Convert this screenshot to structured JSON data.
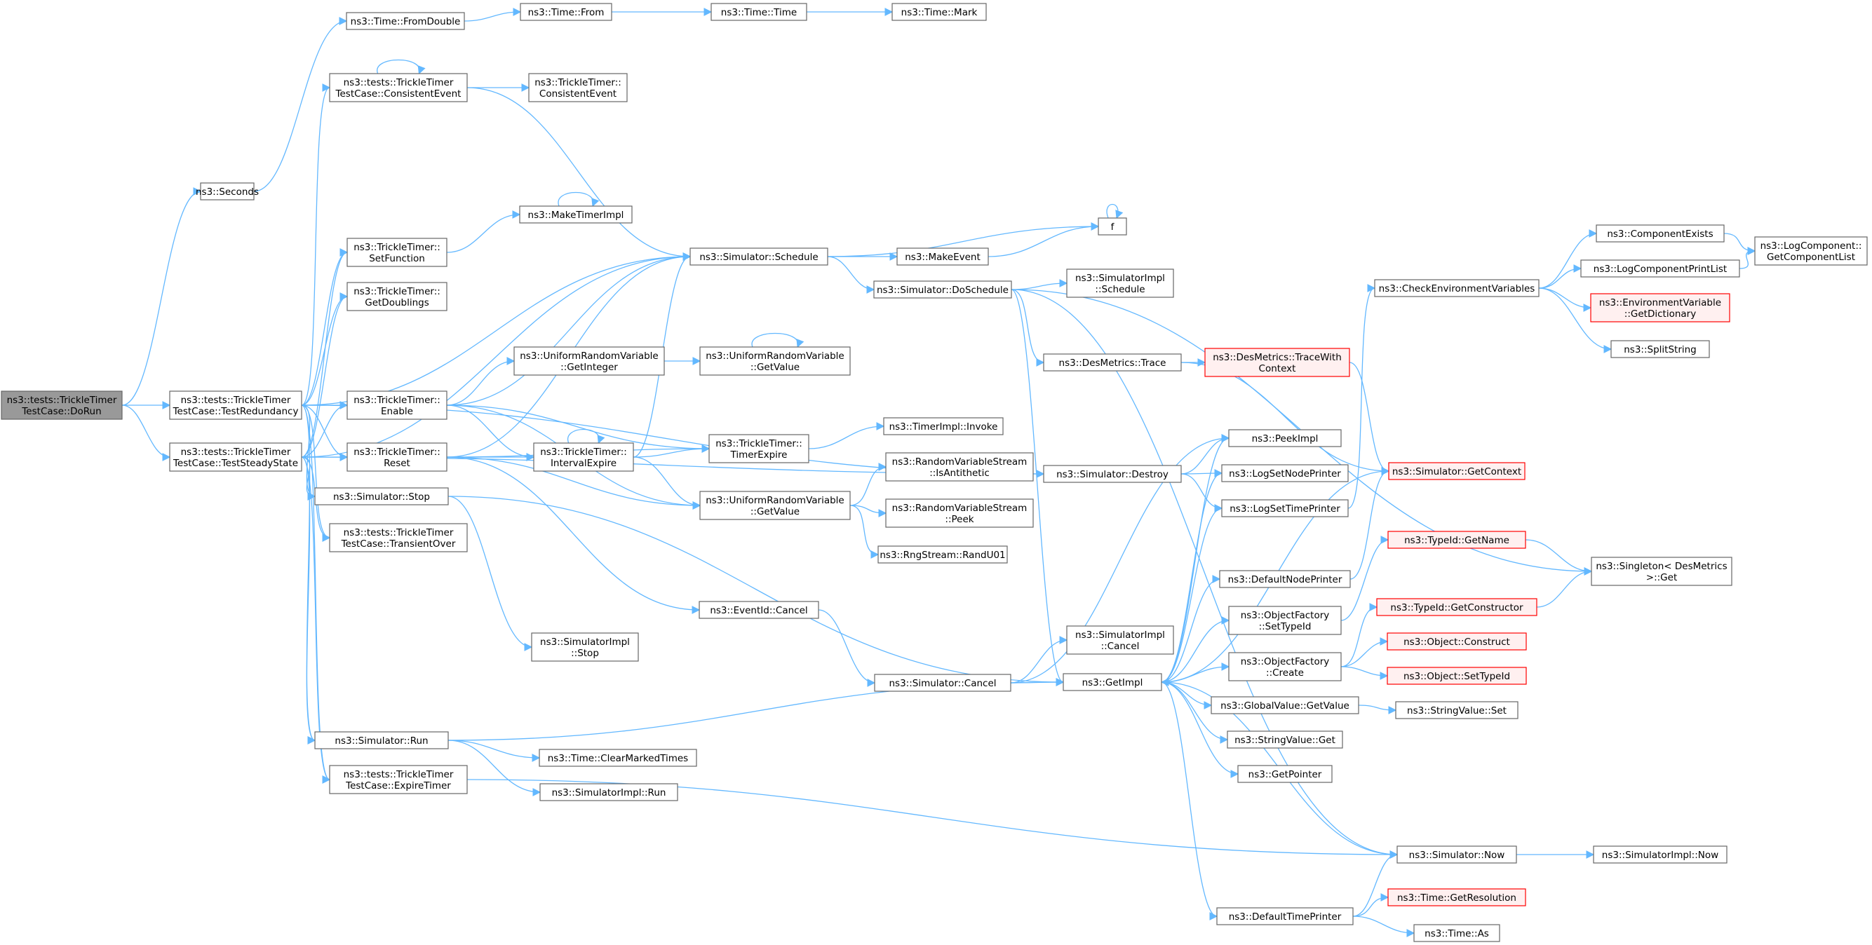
{
  "colors": {
    "edge": "#63b8ff",
    "node_border": "#666666",
    "node_fill": "#ffffff",
    "focus_fill": "#999999",
    "focus_border": "#666666",
    "truncated_border": "#ff0000",
    "truncated_fill": "#fff0f0"
  },
  "nodes": [
    {
      "id": "dorun",
      "lines": [
        "ns3::tests::TrickleTimer",
        "TestCase::DoRun"
      ],
      "style": "focus"
    },
    {
      "id": "seconds",
      "lines": [
        "ns3::Seconds"
      ]
    },
    {
      "id": "testred",
      "lines": [
        "ns3::tests::TrickleTimer",
        "TestCase::TestRedundancy"
      ]
    },
    {
      "id": "teststeady",
      "lines": [
        "ns3::tests::TrickleTimer",
        "TestCase::TestSteadyState"
      ]
    },
    {
      "id": "fromdouble",
      "lines": [
        "ns3::Time::FromDouble"
      ]
    },
    {
      "id": "consevent",
      "lines": [
        "ns3::tests::TrickleTimer",
        "TestCase::ConsistentEvent"
      ]
    },
    {
      "id": "setfunc",
      "lines": [
        "ns3::TrickleTimer::",
        "SetFunction"
      ]
    },
    {
      "id": "getdoub",
      "lines": [
        "ns3::TrickleTimer::",
        "GetDoublings"
      ]
    },
    {
      "id": "enable",
      "lines": [
        "ns3::TrickleTimer::",
        "Enable"
      ]
    },
    {
      "id": "reset",
      "lines": [
        "ns3::TrickleTimer::",
        "Reset"
      ]
    },
    {
      "id": "simstop",
      "lines": [
        "ns3::Simulator::Stop"
      ]
    },
    {
      "id": "transient",
      "lines": [
        "ns3::tests::TrickleTimer",
        "TestCase::TransientOver"
      ]
    },
    {
      "id": "simrun",
      "lines": [
        "ns3::Simulator::Run"
      ]
    },
    {
      "id": "expiretimer",
      "lines": [
        "ns3::tests::TrickleTimer",
        "TestCase::ExpireTimer"
      ]
    },
    {
      "id": "timefrom",
      "lines": [
        "ns3::Time::From"
      ]
    },
    {
      "id": "ttconsevent",
      "lines": [
        "ns3::TrickleTimer::",
        "ConsistentEvent"
      ]
    },
    {
      "id": "maketimerimpl",
      "lines": [
        "ns3::MakeTimerImpl"
      ]
    },
    {
      "id": "urvgetint",
      "lines": [
        "ns3::UniformRandomVariable",
        "::GetInteger"
      ]
    },
    {
      "id": "intexpire",
      "lines": [
        "ns3::TrickleTimer::",
        "IntervalExpire"
      ]
    },
    {
      "id": "simimplstop",
      "lines": [
        "ns3::SimulatorImpl",
        "::Stop"
      ]
    },
    {
      "id": "cleartimes",
      "lines": [
        "ns3::Time::ClearMarkedTimes"
      ]
    },
    {
      "id": "simimplrun",
      "lines": [
        "ns3::SimulatorImpl::Run"
      ]
    },
    {
      "id": "timetime",
      "lines": [
        "ns3::Time::Time"
      ]
    },
    {
      "id": "schedule",
      "lines": [
        "ns3::Simulator::Schedule"
      ]
    },
    {
      "id": "urvgetvalue1",
      "lines": [
        "ns3::UniformRandomVariable",
        "::GetValue"
      ]
    },
    {
      "id": "timerexpire",
      "lines": [
        "ns3::TrickleTimer::",
        "TimerExpire"
      ]
    },
    {
      "id": "urvgetvalue2",
      "lines": [
        "ns3::UniformRandomVariable",
        "::GetValue"
      ]
    },
    {
      "id": "eventcancel",
      "lines": [
        "ns3::EventId::Cancel"
      ]
    },
    {
      "id": "timemark",
      "lines": [
        "ns3::Time::Mark"
      ]
    },
    {
      "id": "makeevent",
      "lines": [
        "ns3::MakeEvent"
      ]
    },
    {
      "id": "doschedule",
      "lines": [
        "ns3::Simulator::DoSchedule"
      ]
    },
    {
      "id": "timerinvoke",
      "lines": [
        "ns3::TimerImpl::Invoke"
      ]
    },
    {
      "id": "isanti",
      "lines": [
        "ns3::RandomVariableStream",
        "::IsAntithetic"
      ]
    },
    {
      "id": "peek",
      "lines": [
        "ns3::RandomVariableStream",
        "::Peek"
      ]
    },
    {
      "id": "randu01",
      "lines": [
        "ns3::RngStream::RandU01"
      ]
    },
    {
      "id": "simcancel",
      "lines": [
        "ns3::Simulator::Cancel"
      ]
    },
    {
      "id": "f",
      "lines": [
        "f"
      ]
    },
    {
      "id": "simimplsched",
      "lines": [
        "ns3::SimulatorImpl",
        "::Schedule"
      ]
    },
    {
      "id": "destrace",
      "lines": [
        "ns3::DesMetrics::Trace"
      ]
    },
    {
      "id": "simdestroy",
      "lines": [
        "ns3::Simulator::Destroy"
      ]
    },
    {
      "id": "simimplcancel",
      "lines": [
        "ns3::SimulatorImpl",
        "::Cancel"
      ]
    },
    {
      "id": "getimpl",
      "lines": [
        "ns3::GetImpl"
      ]
    },
    {
      "id": "peekimpl",
      "lines": [
        "ns3::PeekImpl"
      ]
    },
    {
      "id": "lognode",
      "lines": [
        "ns3::LogSetNodePrinter"
      ]
    },
    {
      "id": "logtime",
      "lines": [
        "ns3::LogSetTimePrinter"
      ]
    },
    {
      "id": "defnode",
      "lines": [
        "ns3::DefaultNodePrinter"
      ]
    },
    {
      "id": "ofsettype",
      "lines": [
        "ns3::ObjectFactory",
        "::SetTypeId"
      ]
    },
    {
      "id": "ofcreate",
      "lines": [
        "ns3::ObjectFactory",
        "::Create"
      ]
    },
    {
      "id": "gvgetvalue",
      "lines": [
        "ns3::GlobalValue::GetValue"
      ]
    },
    {
      "id": "svget",
      "lines": [
        "ns3::StringValue::Get"
      ]
    },
    {
      "id": "getpointer",
      "lines": [
        "ns3::GetPointer"
      ]
    },
    {
      "id": "deftime",
      "lines": [
        "ns3::DefaultTimePrinter"
      ]
    },
    {
      "id": "tracewith",
      "lines": [
        "ns3::DesMetrics::TraceWith",
        "Context"
      ],
      "style": "truncated"
    },
    {
      "id": "checkenv",
      "lines": [
        "ns3::CheckEnvironmentVariables"
      ]
    },
    {
      "id": "getcontext",
      "lines": [
        "ns3::Simulator::GetContext"
      ],
      "style": "truncated"
    },
    {
      "id": "typegetname",
      "lines": [
        "ns3::TypeId::GetName"
      ],
      "style": "truncated"
    },
    {
      "id": "typegetctor",
      "lines": [
        "ns3::TypeId::GetConstructor"
      ],
      "style": "truncated"
    },
    {
      "id": "objconstruct",
      "lines": [
        "ns3::Object::Construct"
      ],
      "style": "truncated"
    },
    {
      "id": "objsettype",
      "lines": [
        "ns3::Object::SetTypeId"
      ],
      "style": "truncated"
    },
    {
      "id": "svset",
      "lines": [
        "ns3::StringValue::Set"
      ]
    },
    {
      "id": "simnow",
      "lines": [
        "ns3::Simulator::Now"
      ]
    },
    {
      "id": "getres",
      "lines": [
        "ns3::Time::GetResolution"
      ],
      "style": "truncated"
    },
    {
      "id": "timeas",
      "lines": [
        "ns3::Time::As"
      ]
    },
    {
      "id": "compexists",
      "lines": [
        "ns3::ComponentExists"
      ]
    },
    {
      "id": "logcompprint",
      "lines": [
        "ns3::LogComponentPrintList"
      ]
    },
    {
      "id": "envdict",
      "lines": [
        "ns3::EnvironmentVariable",
        "::GetDictionary"
      ],
      "style": "truncated"
    },
    {
      "id": "splitstring",
      "lines": [
        "ns3::SplitString"
      ]
    },
    {
      "id": "singleton",
      "lines": [
        "ns3::Singleton< DesMetrics",
        ">::Get"
      ]
    },
    {
      "id": "simimplnow",
      "lines": [
        "ns3::SimulatorImpl::Now"
      ]
    },
    {
      "id": "logcomplist",
      "lines": [
        "ns3::LogComponent::",
        "GetComponentList"
      ]
    }
  ],
  "edges": [
    [
      "dorun",
      "seconds"
    ],
    [
      "dorun",
      "testred"
    ],
    [
      "dorun",
      "teststeady"
    ],
    [
      "seconds",
      "fromdouble"
    ],
    [
      "fromdouble",
      "timefrom"
    ],
    [
      "timefrom",
      "timetime"
    ],
    [
      "timetime",
      "timemark"
    ],
    [
      "testred",
      "consevent"
    ],
    [
      "testred",
      "setfunc"
    ],
    [
      "testred",
      "getdoub"
    ],
    [
      "testred",
      "enable"
    ],
    [
      "testred",
      "reset"
    ],
    [
      "testred",
      "simstop"
    ],
    [
      "testred",
      "transient"
    ],
    [
      "testred",
      "simrun"
    ],
    [
      "testred",
      "expiretimer"
    ],
    [
      "testred",
      "schedule"
    ],
    [
      "testred",
      "simdestroy"
    ],
    [
      "teststeady",
      "setfunc"
    ],
    [
      "teststeady",
      "getdoub"
    ],
    [
      "teststeady",
      "enable"
    ],
    [
      "teststeady",
      "reset"
    ],
    [
      "teststeady",
      "simstop"
    ],
    [
      "teststeady",
      "transient"
    ],
    [
      "teststeady",
      "simrun"
    ],
    [
      "teststeady",
      "expiretimer"
    ],
    [
      "teststeady",
      "simdestroy"
    ],
    [
      "teststeady",
      "schedule"
    ],
    [
      "consevent",
      "consevent"
    ],
    [
      "consevent",
      "ttconsevent"
    ],
    [
      "consevent",
      "schedule"
    ],
    [
      "setfunc",
      "maketimerimpl"
    ],
    [
      "maketimerimpl",
      "maketimerimpl"
    ],
    [
      "enable",
      "urvgetint"
    ],
    [
      "enable",
      "intexpire"
    ],
    [
      "enable",
      "timerexpire"
    ],
    [
      "enable",
      "schedule"
    ],
    [
      "enable",
      "urvgetvalue2"
    ],
    [
      "reset",
      "intexpire"
    ],
    [
      "reset",
      "timerexpire"
    ],
    [
      "reset",
      "urvgetvalue2"
    ],
    [
      "reset",
      "eventcancel"
    ],
    [
      "reset",
      "schedule"
    ],
    [
      "urvgetint",
      "urvgetvalue1"
    ],
    [
      "urvgetvalue1",
      "urvgetvalue1"
    ],
    [
      "intexpire",
      "intexpire"
    ],
    [
      "intexpire",
      "schedule"
    ],
    [
      "intexpire",
      "timerexpire"
    ],
    [
      "intexpire",
      "urvgetvalue2"
    ],
    [
      "timerexpire",
      "timerinvoke"
    ],
    [
      "urvgetvalue2",
      "isanti"
    ],
    [
      "urvgetvalue2",
      "peek"
    ],
    [
      "urvgetvalue2",
      "randu01"
    ],
    [
      "simstop",
      "simimplstop"
    ],
    [
      "simstop",
      "getimpl"
    ],
    [
      "simrun",
      "cleartimes"
    ],
    [
      "simrun",
      "simimplrun"
    ],
    [
      "simrun",
      "getimpl"
    ],
    [
      "expiretimer",
      "simnow"
    ],
    [
      "schedule",
      "makeevent"
    ],
    [
      "schedule",
      "doschedule"
    ],
    [
      "schedule",
      "f"
    ],
    [
      "makeevent",
      "f"
    ],
    [
      "f",
      "f"
    ],
    [
      "doschedule",
      "simimplsched"
    ],
    [
      "doschedule",
      "destrace"
    ],
    [
      "doschedule",
      "singleton"
    ],
    [
      "doschedule",
      "getimpl"
    ],
    [
      "doschedule",
      "simnow"
    ],
    [
      "destrace",
      "tracewith"
    ],
    [
      "destrace",
      "getcontext"
    ],
    [
      "tracewith",
      "getcontext"
    ],
    [
      "eventcancel",
      "simcancel"
    ],
    [
      "simcancel",
      "simimplcancel"
    ],
    [
      "simcancel",
      "getimpl"
    ],
    [
      "simcancel",
      "peekimpl"
    ],
    [
      "simdestroy",
      "peekimpl"
    ],
    [
      "simdestroy",
      "lognode"
    ],
    [
      "simdestroy",
      "logtime"
    ],
    [
      "getimpl",
      "peekimpl"
    ],
    [
      "getimpl",
      "lognode"
    ],
    [
      "getimpl",
      "logtime"
    ],
    [
      "getimpl",
      "defnode"
    ],
    [
      "getimpl",
      "ofsettype"
    ],
    [
      "getimpl",
      "ofcreate"
    ],
    [
      "getimpl",
      "gvgetvalue"
    ],
    [
      "getimpl",
      "svget"
    ],
    [
      "getimpl",
      "getpointer"
    ],
    [
      "getimpl",
      "deftime"
    ],
    [
      "getimpl",
      "getcontext"
    ],
    [
      "logtime",
      "checkenv"
    ],
    [
      "defnode",
      "getcontext"
    ],
    [
      "ofsettype",
      "typegetname"
    ],
    [
      "ofcreate",
      "typegetctor"
    ],
    [
      "ofcreate",
      "objconstruct"
    ],
    [
      "ofcreate",
      "objsettype"
    ],
    [
      "gvgetvalue",
      "svset"
    ],
    [
      "deftime",
      "simnow"
    ],
    [
      "deftime",
      "getres"
    ],
    [
      "deftime",
      "timeas"
    ],
    [
      "simnow",
      "getimpl"
    ],
    [
      "simnow",
      "simimplnow"
    ],
    [
      "checkenv",
      "compexists"
    ],
    [
      "checkenv",
      "logcompprint"
    ],
    [
      "checkenv",
      "envdict"
    ],
    [
      "checkenv",
      "splitstring"
    ],
    [
      "compexists",
      "logcomplist"
    ],
    [
      "logcompprint",
      "logcomplist"
    ],
    [
      "typegetname",
      "singleton"
    ],
    [
      "typegetctor",
      "singleton"
    ]
  ]
}
